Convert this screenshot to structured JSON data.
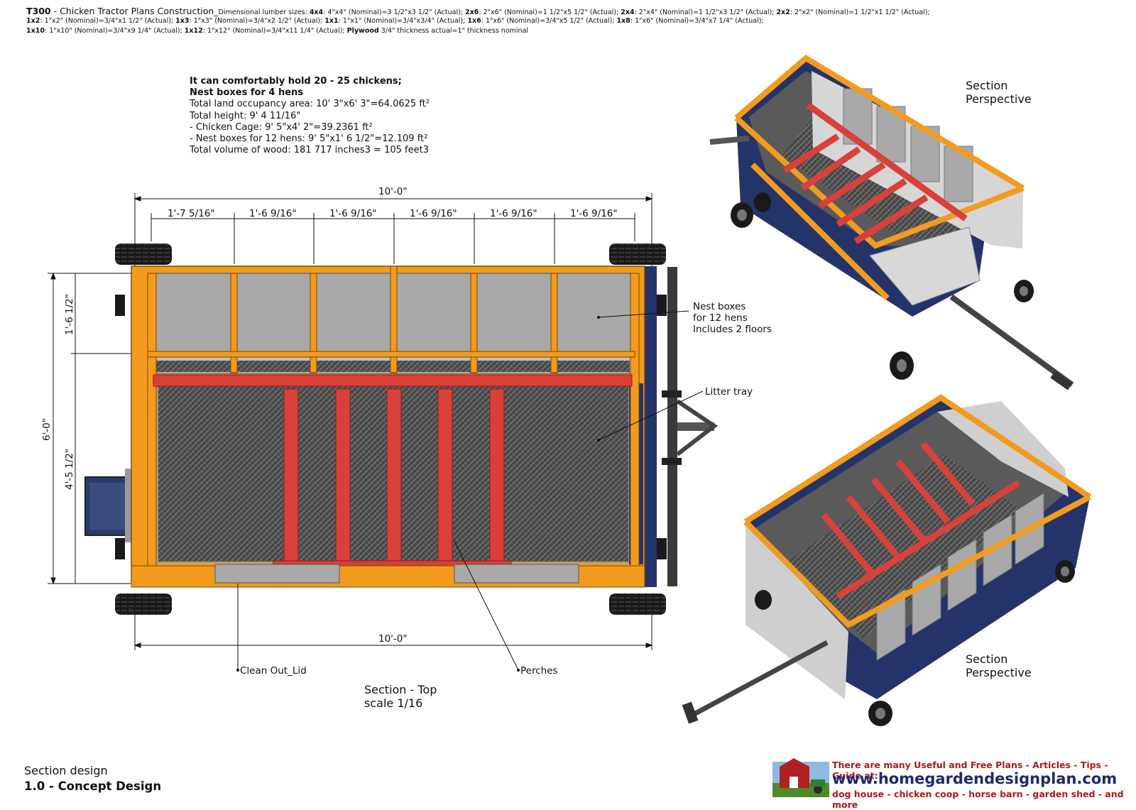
{
  "header": {
    "line1_code": "T300",
    "line1_title": " - Chicken Tractor Plans Construction_",
    "line1_note": "Dimensional lumber sizes: ",
    "lumber": [
      {
        "name": "4x4",
        "spec": ": 4\"x4\" (Nominal)=3 1/2\"x3 1/2\" (Actual); "
      },
      {
        "name": "2x6",
        "spec": ": 2\"x6\" (Nominal)=1 1/2\"x5 1/2\" (Actual); "
      },
      {
        "name": "2x4",
        "spec": ": 2\"x4\" (Nominal)=1 1/2\"x3 1/2\" (Actual); "
      },
      {
        "name": "2x2",
        "spec": ": 2\"x2\" (Nominal)=1 1/2\"x1 1/2\" (Actual);"
      },
      {
        "name": "1x2",
        "spec": ": 1\"x2\" (Nominal)=3/4\"x1 1/2\" (Actual); "
      },
      {
        "name": "1x3",
        "spec": ": 1\"x3\" (Nominal)=3/4\"x2 1/2\" (Actual); "
      },
      {
        "name": "1x1",
        "spec": ": 1\"x1\" (Nominal)=3/4\"x3/4\" (Actual); "
      },
      {
        "name": "1x6",
        "spec": ": 1\"x6\" (Nominal)=3/4\"x5 1/2\" (Actual); "
      },
      {
        "name": "1x8",
        "spec": ": 1\"x6\" (Nominal)=3/4\"x7 1/4\" (Actual);"
      },
      {
        "name": "1x10",
        "spec": ": 1\"x10\" (Nominal)=3/4\"x9 1/4\" (Actual); "
      },
      {
        "name": "1x12",
        "spec": ": 1\"x12\" (Nominal)=3/4\"x11 1/4\" (Actual); "
      },
      {
        "name": "Plywood",
        "spec": " 3/4\" thickness actual=1\" thickness nominal"
      }
    ]
  },
  "specs": {
    "line1": "It can comfortably hold 20 - 25 chickens;",
    "line2": "Nest boxes for 4 hens",
    "line3": "Total land occupancy area: 10' 3\"x6' 3\"=64.0625 ft²",
    "line4": "Total height: 9' 4 11/16\"",
    "line5": "- Chicken Cage: 9' 5\"x4' 2\"=39.2361 ft²",
    "line6": "- Nest boxes for 12 hens: 9' 5\"x1' 6 1/2\"=12.109 ft²",
    "line7": "Total volume of wood:  181 717 inches3 = 105 feet3"
  },
  "dimensions": {
    "top_total": "10'-0\"",
    "bottom_total": "10'-0\"",
    "segments": [
      "1'-7 5/16\"",
      "1'-6 9/16\"",
      "1'-6 9/16\"",
      "1'-6 9/16\"",
      "1'-6 9/16\"",
      "1'-6 9/16\""
    ],
    "left_total": "6'-0\"",
    "left_top": "1'-6 1/2\"",
    "left_bottom": "4'-5 1/2\""
  },
  "callouts": {
    "nest_boxes": [
      "Nest boxes",
      "for 12 hens",
      "Includes 2 floors"
    ],
    "litter_tray": "Litter tray",
    "clean_out": "Clean Out_Lid",
    "perches": "Perches"
  },
  "section_top": {
    "title": "Section - Top",
    "scale": "scale 1/16"
  },
  "perspectives": [
    {
      "line1": "Section",
      "line2": "Perspective"
    },
    {
      "line1": "Section",
      "line2": "Perspective"
    }
  ],
  "footer": {
    "section_label": "Section design",
    "concept": "1.0 - Concept Design"
  },
  "ad": {
    "tagline": "There are many Useful and Free Plans - Articles - Tips - Guide at:",
    "url": "www.homegardendesignplan.com",
    "items": "dog house - chicken coop - horse barn - garden shed - and more"
  },
  "colors": {
    "orange": "#f29b1f",
    "red": "#d9403a",
    "navy": "#1f3166",
    "gray": "#a9a9a9",
    "mesh": "#4d4d4d"
  }
}
